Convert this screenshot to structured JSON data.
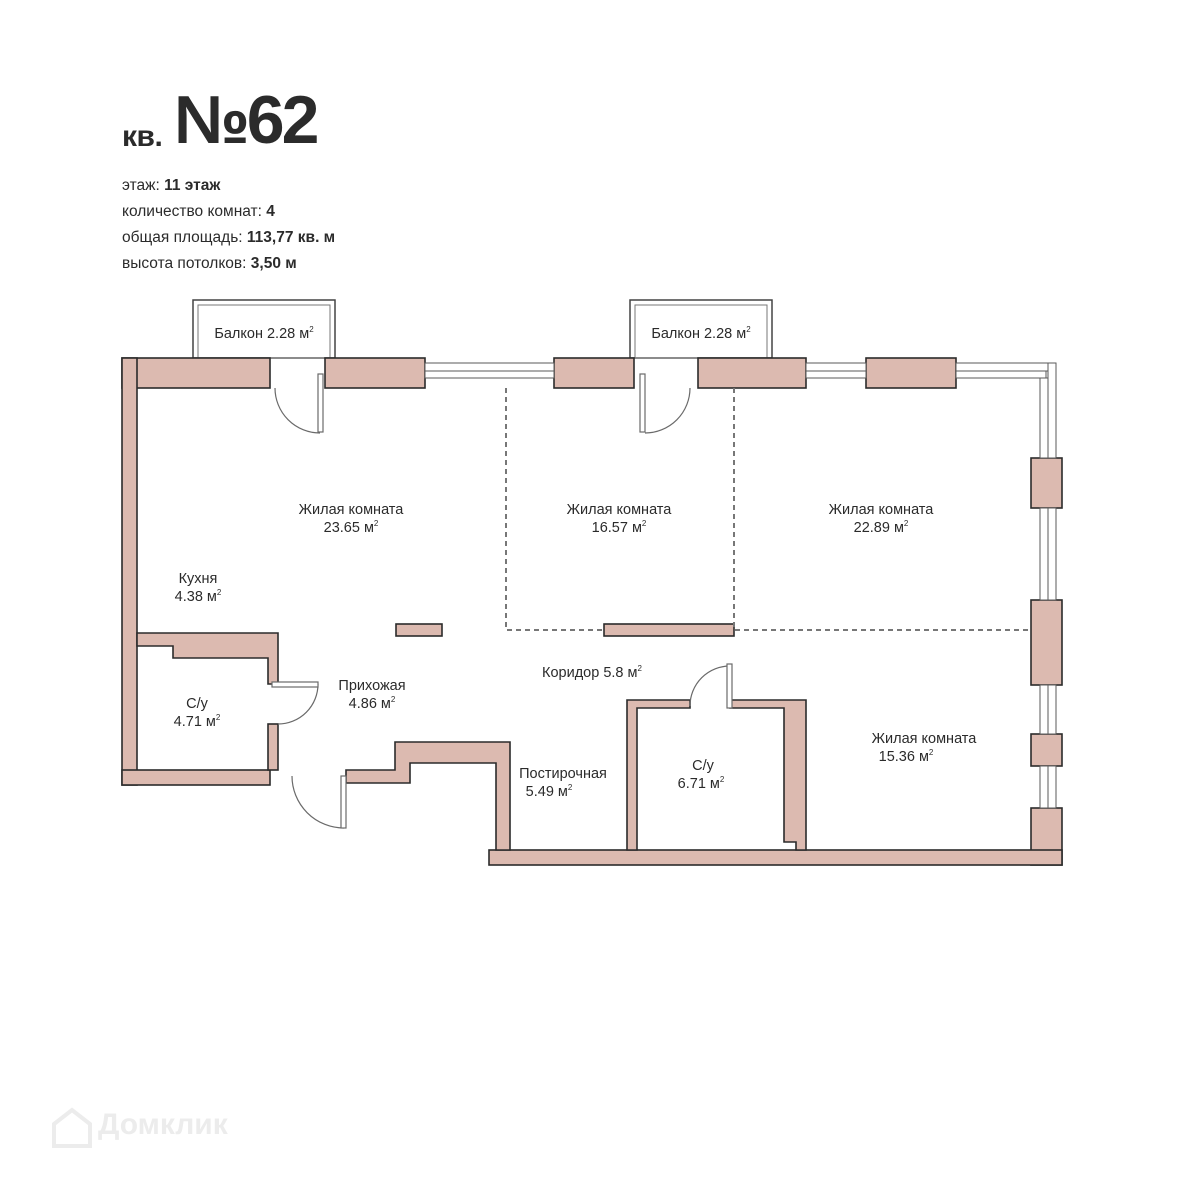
{
  "header": {
    "prefix": "кв.",
    "number": "№62"
  },
  "info": [
    {
      "label": "этаж:",
      "value": "11 этаж"
    },
    {
      "label": "количество комнат:",
      "value": "4"
    },
    {
      "label": "общая площадь:",
      "value": "113,77 кв. м"
    },
    {
      "label": "высота потолков:",
      "value": "3,50 м"
    }
  ],
  "rooms": {
    "balcony_left": {
      "name": "Балкон",
      "area": "2.28 м",
      "sup": "2"
    },
    "balcony_right": {
      "name": "Балкон",
      "area": "2.28 м",
      "sup": "2"
    },
    "living_1": {
      "name": "Жилая комната",
      "area": "23.65 м",
      "sup": "2"
    },
    "living_2": {
      "name": "Жилая комната",
      "area": "16.57 м",
      "sup": "2"
    },
    "living_3": {
      "name": "Жилая комната",
      "area": "22.89 м",
      "sup": "2"
    },
    "living_4": {
      "name": "Жилая комната",
      "area": "15.36 м",
      "sup": "2"
    },
    "kitchen": {
      "name": "Кухня",
      "area": "4.38 м",
      "sup": "2"
    },
    "bath_1": {
      "name": "С/у",
      "area": "4.71 м",
      "sup": "2"
    },
    "bath_2": {
      "name": "С/у",
      "area": "6.71 м",
      "sup": "2"
    },
    "hall": {
      "name": "Прихожая",
      "area": "4.86 м",
      "sup": "2"
    },
    "corridor": {
      "name": "Коридор 5.8 м",
      "sup": "2"
    },
    "laundry": {
      "name": "Постирочная",
      "area": "5.49 м",
      "sup": "2"
    }
  },
  "watermark": "Домклик",
  "colors": {
    "wall": "#dcbab0",
    "line": "#2b2b2b"
  }
}
